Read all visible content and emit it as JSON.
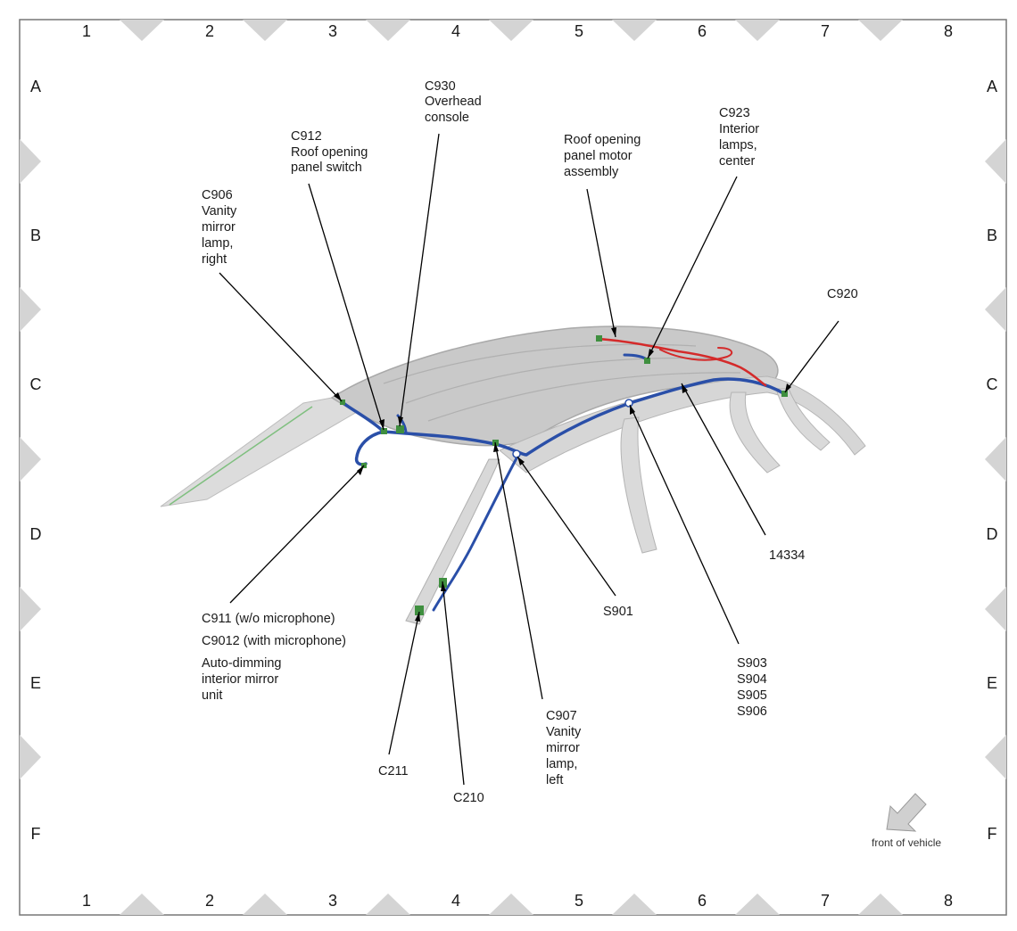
{
  "grid": {
    "columns": [
      "1",
      "2",
      "3",
      "4",
      "5",
      "6",
      "7",
      "8"
    ],
    "rows": [
      "A",
      "B",
      "C",
      "D",
      "E",
      "F"
    ]
  },
  "callouts": {
    "c930": [
      "C930",
      "Overhead",
      "console"
    ],
    "c912": [
      "C912",
      "Roof opening",
      "panel switch"
    ],
    "c906": [
      "C906",
      "Vanity",
      "mirror",
      "lamp,",
      "right"
    ],
    "motor": [
      "Roof opening",
      "panel motor",
      "assembly"
    ],
    "c923": [
      "C923",
      "Interior",
      "lamps,",
      "center"
    ],
    "c920": [
      "C920"
    ],
    "c911": [
      "C911  (w/o microphone)",
      "C9012  (with microphone)",
      "Auto-dimming",
      "interior mirror",
      "unit"
    ],
    "s901": [
      "S901"
    ],
    "c907": [
      "C907",
      "Vanity",
      "mirror",
      "lamp,",
      "left"
    ],
    "splices": [
      "S903",
      "S904",
      "S905",
      "S906"
    ],
    "h14334": [
      "14334"
    ],
    "c211": [
      "C211"
    ],
    "c210": [
      "C210"
    ]
  },
  "front_of_vehicle": "front of vehicle",
  "colors": {
    "roof": "#c9c9c9",
    "roof_edge": "#a9a9a9",
    "harness_main": "#2a4fa8",
    "harness_roof_motor": "#d42a2a",
    "connector": "#3f8f3f",
    "leader": "#000000",
    "border": "#777777",
    "triangle": "#d4d4d4"
  }
}
